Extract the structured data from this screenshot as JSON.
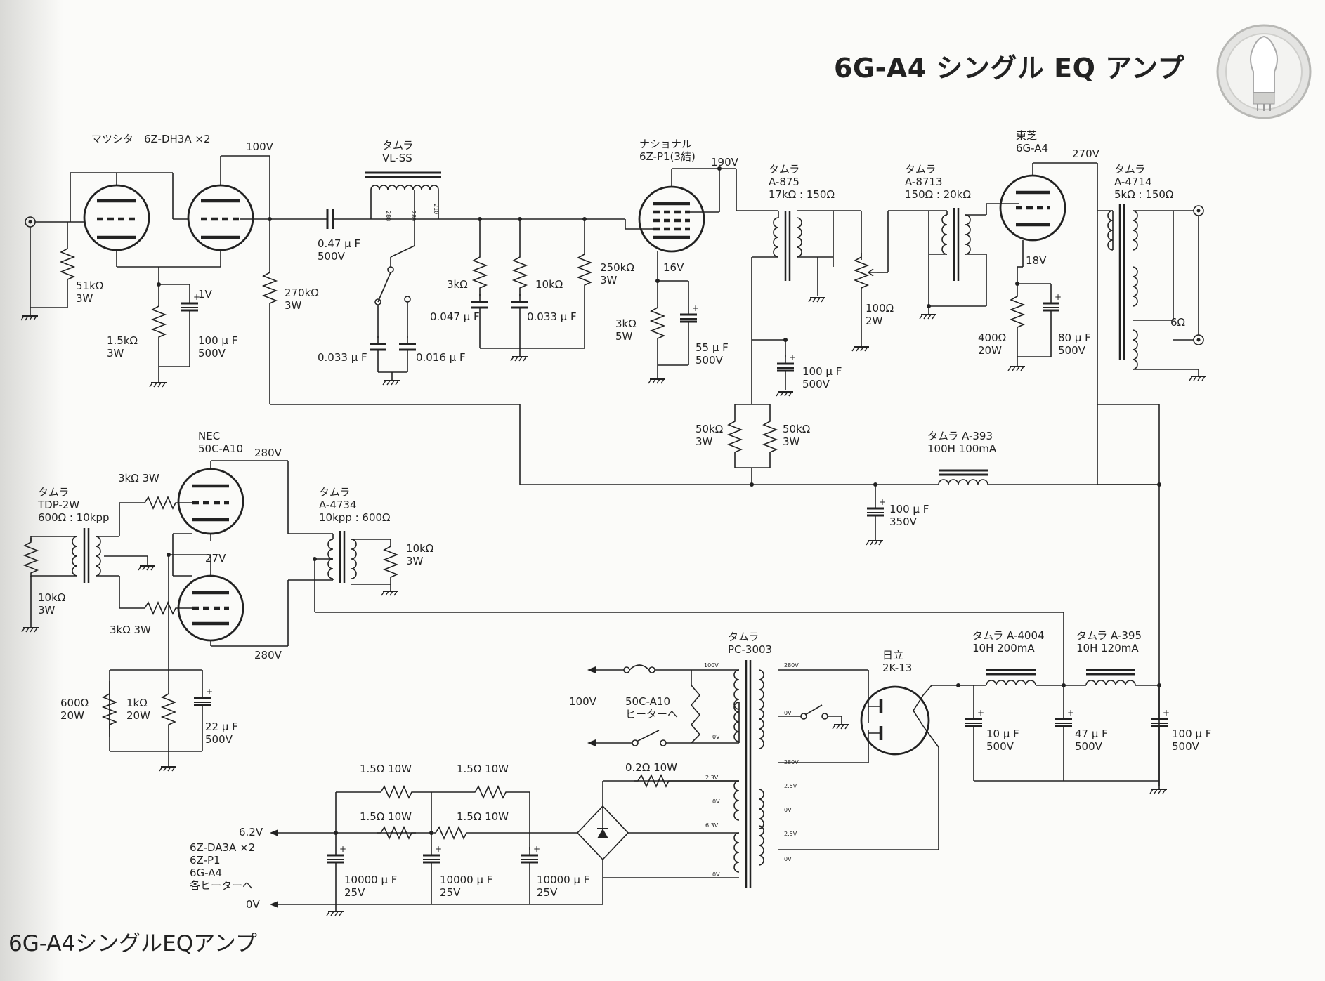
{
  "page": {
    "title": "6G-A4 シングル EQ アンプ",
    "caption": "6G-A4シングルEQアンプ"
  },
  "logo": {
    "name": "vacuum-tube-icon"
  },
  "labels": {
    "v1_maker": "マツシタ",
    "v1_type": "6Z-DH3A ×2",
    "b_100v": "100V",
    "r51k": "51kΩ",
    "r51k_w": "3W",
    "r15k": "1.5kΩ",
    "r15k_w": "3W",
    "c100u_1": "100 μ F",
    "c100u_1_v": "500V",
    "v_1v": "1V",
    "r270k": "270kΩ",
    "r270k_w": "3W",
    "c047": "0.47 μ F",
    "c047_v": "500V",
    "t_vlss_maker": "タムラ",
    "t_vlss": "VL-SS",
    "c0033a": "0.033 μ F",
    "c0016": "0.016 μ F",
    "r3k": "3kΩ",
    "c0047": "0.047 μ F",
    "r10k": "10kΩ",
    "c0033b": "0.033 μ F",
    "r250k": "250kΩ",
    "r250k_w": "3W",
    "v2_maker": "ナショナル",
    "v2_type": "6Z-P1(3結)",
    "b_190v": "190V",
    "v_16v": "16V",
    "r3k_5w": "3kΩ",
    "r3k_5w_w": "5W",
    "c55u": "55 μ F",
    "c55u_v": "500V",
    "t_a875_maker": "タムラ",
    "t_a875": "A-875",
    "t_a875_ratio": "17kΩ : 150Ω",
    "c100u_2": "100 μ F",
    "c100u_2_v": "500V",
    "r50k_a": "50kΩ",
    "r50k_a_w": "3W",
    "r50k_b": "50kΩ",
    "r50k_b_w": "3W",
    "r100": "100Ω",
    "r100_w": "2W",
    "t_a8713_maker": "タムラ",
    "t_a8713": "A-8713",
    "t_a8713_ratio": "150Ω : 20kΩ",
    "v3_maker": "東芝",
    "v3_type": "6G-A4",
    "b_270v": "270V",
    "v_18v": "18V",
    "r400": "400Ω",
    "r400_w": "20W",
    "c80u": "80 μ F",
    "c80u_v": "500V",
    "t_a4714_maker": "タムラ",
    "t_a4714": "A-4714",
    "t_a4714_ratio": "5kΩ : 150Ω",
    "out_6": "6Ω",
    "ch_a393": "タムラ A-393",
    "ch_a393_spec": "100H 100mA",
    "c100u_3": "100 μ F",
    "c100u_3_v": "350V",
    "v4_maker": "NEC",
    "v4_type": "50C-A10",
    "b_280v_a": "280V",
    "b_280v_b": "280V",
    "v_27v": "27V",
    "r3k3w_a": "3kΩ 3W",
    "r3k3w_b": "3kΩ 3W",
    "t_tdp_maker": "タムラ",
    "t_tdp": "TDP-2W",
    "t_tdp_ratio": "600Ω : 10kpp",
    "r10k_in": "10kΩ",
    "r10k_in_w": "3W",
    "t_a4734_maker": "タムラ",
    "t_a4734": "A-4734",
    "t_a4734_ratio": "10kpp : 600Ω",
    "r10k_out": "10kΩ",
    "r10k_out_w": "3W",
    "r600": "600Ω",
    "r600_w": "20W",
    "r1k": "1kΩ",
    "r1k_w": "20W",
    "c22u": "22 μ F",
    "c22u_v": "500V",
    "pt_maker": "タムラ",
    "pt": "PC-3003",
    "ac100": "100V",
    "heater_to1": "50C-A10",
    "heater_to2": "ヒーターへ",
    "rect_maker": "日立",
    "rect": "2K-13",
    "ch_a4004": "タムラ A-4004",
    "ch_a4004_spec": "10H 200mA",
    "ch_a395": "タムラ A-395",
    "ch_a395_spec": "10H 120mA",
    "c10u": "10 μ F",
    "c10u_v": "500V",
    "c47u": "47 μ F",
    "c47u_v": "500V",
    "c100u_4": "100 μ F",
    "c100u_4_v": "500V",
    "r15_a": "1.5Ω 10W",
    "r15_b": "1.5Ω 10W",
    "r15_c": "1.5Ω 10W",
    "r15_d": "1.5Ω 10W",
    "r02": "0.2Ω 10W",
    "v62": "6.2V",
    "v0": "0V",
    "htr1": "6Z-DA3A ×2",
    "htr2": "6Z-P1",
    "htr3": "6G-A4",
    "htr4": "各ヒーターへ",
    "c10000a": "10000 μ F",
    "c10000a_v": "25V",
    "c10000b": "10000 μ F",
    "c10000b_v": "25V",
    "c10000c": "10000 μ F",
    "c10000c_v": "25V",
    "pt_100v": "100V",
    "pt_0v_a": "0V",
    "pt_280v_a": "280V",
    "pt_0v_b": "0V",
    "pt_280v_b": "280V",
    "pt_23v": "2.3V",
    "pt_0v_c": "0V",
    "pt_63v": "6.3V",
    "pt_0v_d": "0V",
    "pt_25v_a": "2.5V",
    "pt_0v_e": "0V",
    "pt_25v_b": "2.5V",
    "pt_0v_f": "0V",
    "tap_1": "288",
    "tap_2": "289",
    "tap_3": "210"
  }
}
